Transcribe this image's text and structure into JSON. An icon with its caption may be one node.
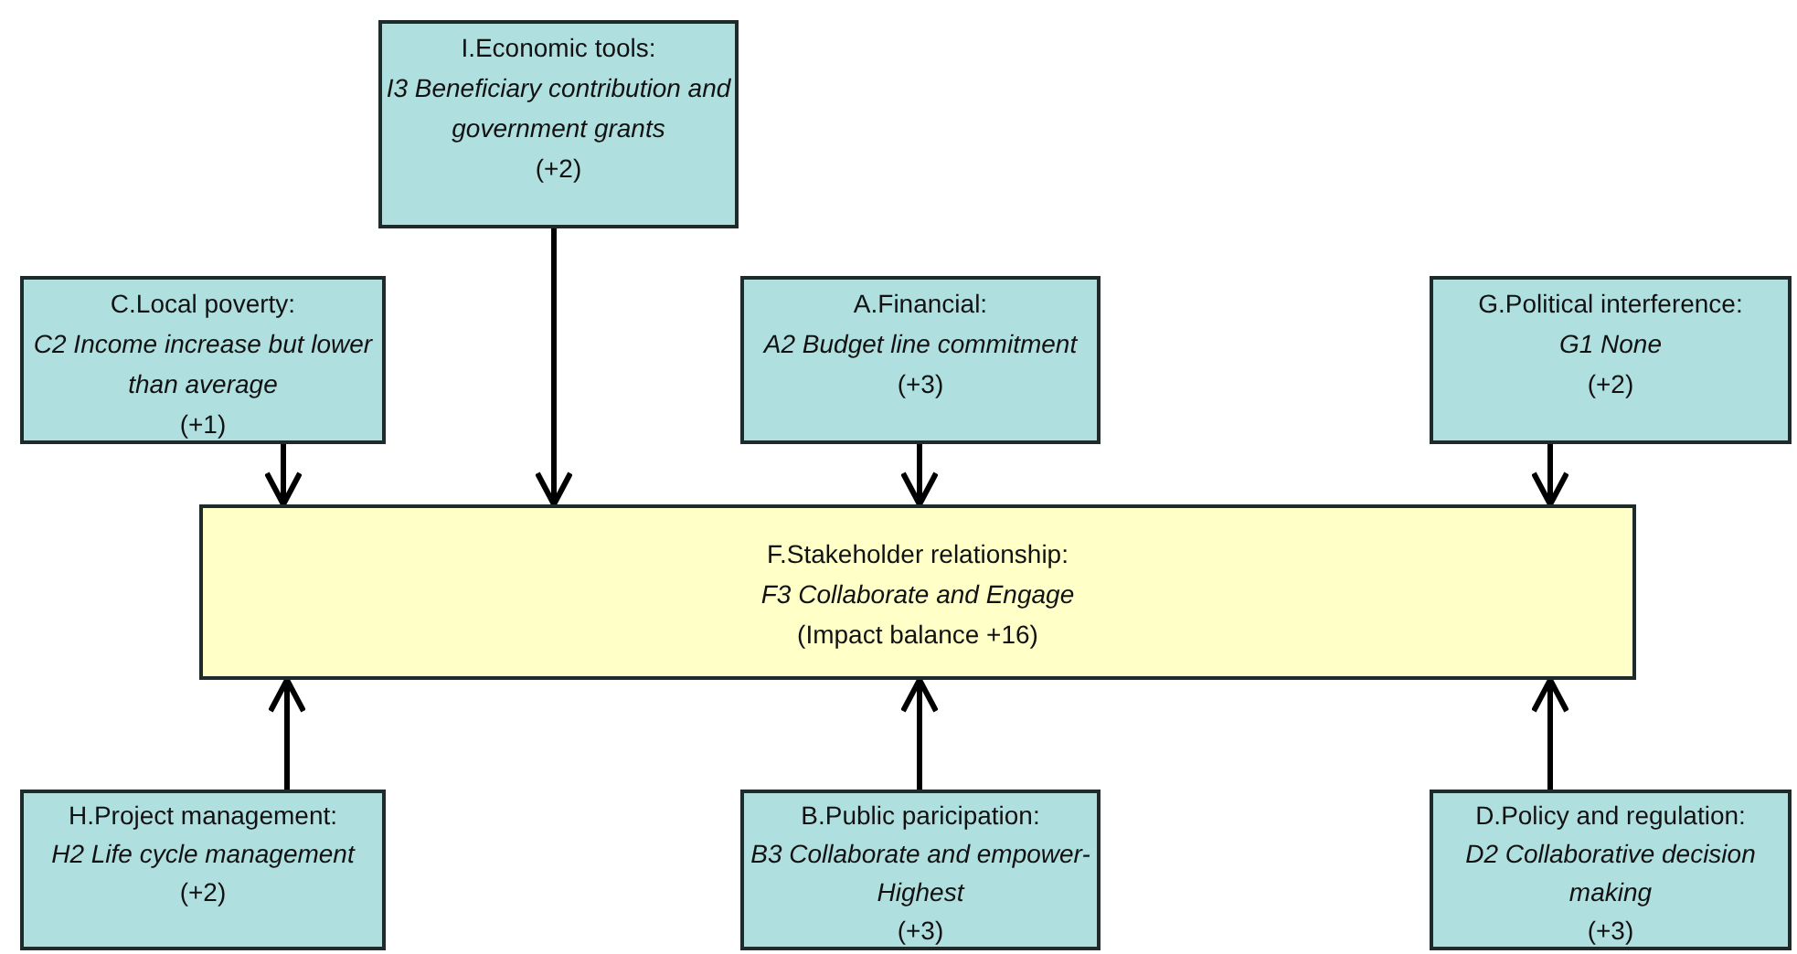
{
  "diagram": {
    "nodes": [
      {
        "text": [
          "I.Economic tools:",
          "I3 Beneficiary contribution and government grants",
          "(+2)"
        ]
      },
      {
        "text": [
          "C.Local poverty:",
          "C2 Income increase but lower than average",
          "(+1)"
        ]
      },
      {
        "text": [
          "A.Financial:",
          "A2 Budget line commitment",
          "(+3)"
        ]
      },
      {
        "text": [
          "G.Political interference:",
          "G1 None",
          "(+2)"
        ]
      },
      {
        "text": [
          "F.Stakeholder relationship:",
          "F3 Collaborate and Engage",
          "(Impact balance +16)"
        ]
      },
      {
        "text": [
          "H.Project management:",
          "H2 Life cycle management",
          "(+2)"
        ]
      },
      {
        "text": [
          "B.Public paricipation:",
          "B3 Collaborate and empower-Highest",
          "(+3)"
        ]
      },
      {
        "text": [
          "D.Policy and regulation:",
          "D2 Collaborative decision making",
          "(+3)"
        ]
      }
    ],
    "edges": [
      {
        "from": 1,
        "to": 4,
        "arrow": "to"
      },
      {
        "from": 0,
        "to": 4,
        "arrow": "to"
      },
      {
        "from": 2,
        "to": 4,
        "arrow": "to"
      },
      {
        "from": 3,
        "to": 4,
        "arrow": "to"
      },
      {
        "from": 5,
        "to": 4,
        "arrow": "to"
      },
      {
        "from": 6,
        "to": 4,
        "arrow": "to"
      },
      {
        "from": 7,
        "to": 4,
        "arrow": "to"
      }
    ]
  }
}
